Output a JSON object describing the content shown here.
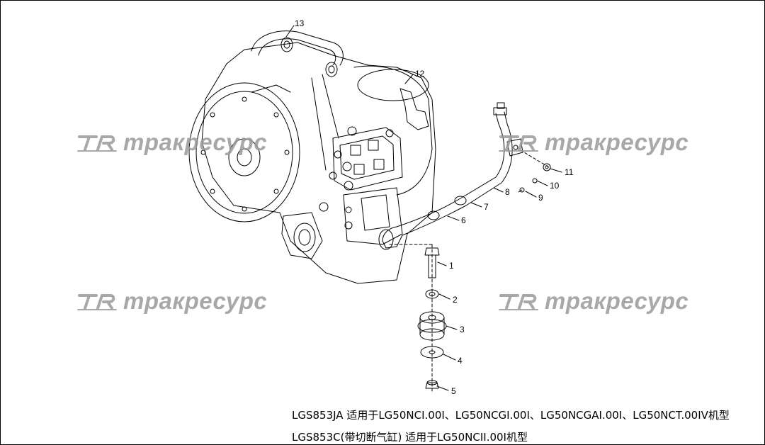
{
  "callouts": [
    "1",
    "2",
    "3",
    "4",
    "5",
    "6",
    "7",
    "8",
    "9",
    "10",
    "11",
    "12",
    "13"
  ],
  "watermark": {
    "text": "трaкресурс",
    "logo_text": "TR"
  },
  "captions": {
    "line1": "LGS853JA  适用于LG50NCI.00I、LG50NCGI.00I、LG50NCGAI.00I、LG50NCT.00IV机型",
    "line2": "LGS853C(带切断气缸) 适用于LG50NCII.00I机型"
  }
}
